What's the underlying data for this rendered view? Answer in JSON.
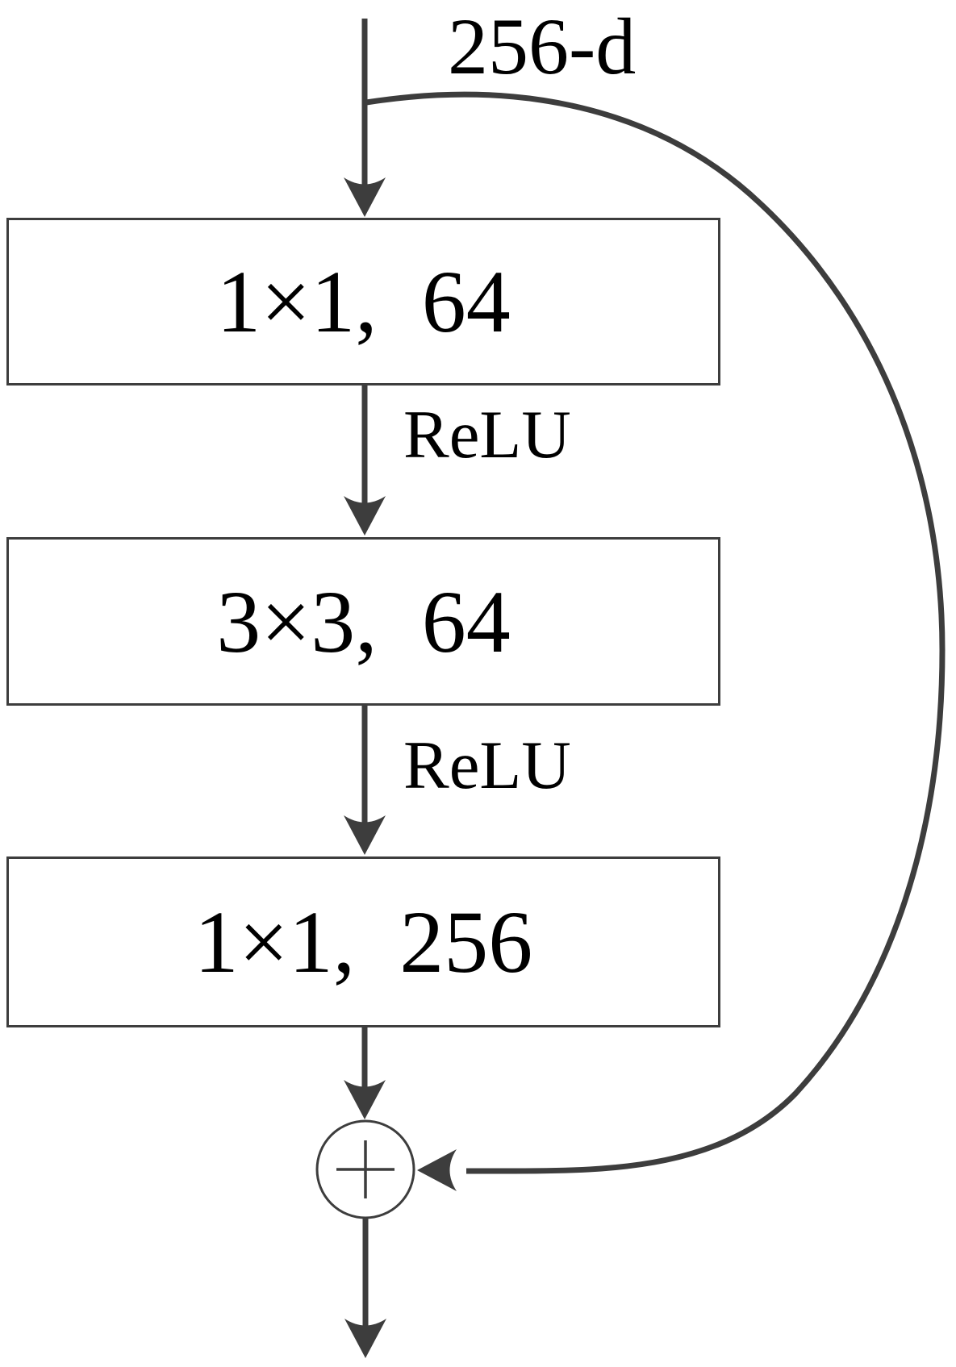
{
  "figure": {
    "type": "residual-bottleneck-block-diagram",
    "background_color": "#ffffff",
    "line_color": "#3d3d3d",
    "text_color": "#000000",
    "input_dim_label": "256-d",
    "conv_layers": [
      {
        "label": "1×1,  64"
      },
      {
        "label": "3×3,  64"
      },
      {
        "label": "1×1,  256"
      }
    ],
    "relu_labels": [
      "ReLU",
      "ReLU"
    ],
    "operator_icon": "plus-circle-icon"
  }
}
